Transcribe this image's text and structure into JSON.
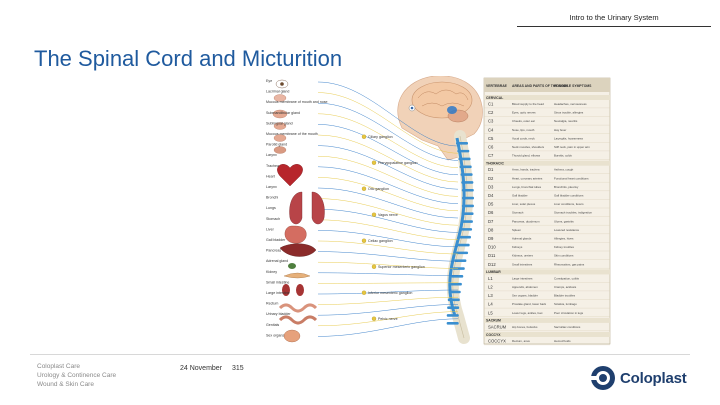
{
  "header": {
    "section_tag": "Intro to the Urinary System"
  },
  "slide": {
    "title": "The Spinal Cord and Micturition"
  },
  "figure": {
    "organ_labels": [
      "Eye",
      "Lacrimal gland",
      "Mucous membrane of mouth and nose",
      "Submandibular gland",
      "Sublingual gland",
      "Mucous membrane of the mouth",
      "Parotid gland",
      "Larynx",
      "Trachea",
      "Heart",
      "Larynx",
      "Bronchi",
      "Lungs",
      "Stomach",
      "Liver",
      "Gall bladder",
      "Pancreas",
      "Adrenal gland",
      "Kidney",
      "Small intestine",
      "Large intestine",
      "Rectum",
      "Urinary bladder",
      "Genitals",
      "Sex organs"
    ],
    "ganglion_labels": [
      "Ciliary ganglion",
      "Pterygopalatine ganglion",
      "Otic ganglion",
      "Vagus nerve",
      "Celiac ganglion",
      "Superior mesenteric ganglion",
      "Inferior mesenteric ganglion",
      "Pelvic nerve"
    ],
    "table": {
      "headers": [
        "VERTEBRAE",
        "AREAS AND PARTS OF THE BODY",
        "POSSIBLE SYMPTOMS"
      ],
      "sections": [
        "CERVICAL",
        "THORACIC",
        "LUMBAR",
        "SACRUM",
        "COCCYX"
      ],
      "rows": [
        {
          "seg": "C1",
          "area": "Blood supply to the head",
          "symptom": "Headaches, nervousness"
        },
        {
          "seg": "C2",
          "area": "Eyes, optic nerves",
          "symptom": "Sinus trouble, allergies"
        },
        {
          "seg": "C3",
          "area": "Cheeks, outer ear",
          "symptom": "Neuralgia, neuritis"
        },
        {
          "seg": "C4",
          "area": "Nose, lips, mouth",
          "symptom": "Hay fever"
        },
        {
          "seg": "C5",
          "area": "Vocal cords, neck",
          "symptom": "Laryngitis, hoarseness"
        },
        {
          "seg": "C6",
          "area": "Neck muscles, shoulders",
          "symptom": "Stiff neck, pain in upper arm"
        },
        {
          "seg": "C7",
          "area": "Thyroid gland, elbows",
          "symptom": "Bursitis, colds"
        },
        {
          "seg": "D1",
          "area": "Arms, hands, trachea",
          "symptom": "Asthma, cough"
        },
        {
          "seg": "D2",
          "area": "Heart, coronary arteries",
          "symptom": "Functional heart conditions"
        },
        {
          "seg": "D3",
          "area": "Lungs, bronchial tubes",
          "symptom": "Bronchitis, pleurisy"
        },
        {
          "seg": "D4",
          "area": "Gall bladder",
          "symptom": "Gall bladder conditions"
        },
        {
          "seg": "D5",
          "area": "Liver, solar plexus",
          "symptom": "Liver conditions, fevers"
        },
        {
          "seg": "D6",
          "area": "Stomach",
          "symptom": "Stomach troubles, indigestion"
        },
        {
          "seg": "D7",
          "area": "Pancreas, duodenum",
          "symptom": "Ulcers, gastritis"
        },
        {
          "seg": "D8",
          "area": "Spleen",
          "symptom": "Lowered resistance"
        },
        {
          "seg": "D9",
          "area": "Adrenal glands",
          "symptom": "Allergies, hives"
        },
        {
          "seg": "D10",
          "area": "Kidneys",
          "symptom": "Kidney troubles"
        },
        {
          "seg": "D11",
          "area": "Kidneys, ureters",
          "symptom": "Skin conditions"
        },
        {
          "seg": "D12",
          "area": "Small intestines",
          "symptom": "Rheumatism, gas pains"
        },
        {
          "seg": "L1",
          "area": "Large intestines",
          "symptom": "Constipation, colitis"
        },
        {
          "seg": "L2",
          "area": "Appendix, abdomen",
          "symptom": "Cramps, acidosis"
        },
        {
          "seg": "L3",
          "area": "Sex organs, bladder",
          "symptom": "Bladder troubles"
        },
        {
          "seg": "L4",
          "area": "Prostate gland, lower back",
          "symptom": "Sciatica, lumbago"
        },
        {
          "seg": "L5",
          "area": "Lower legs, ankles, feet",
          "symptom": "Poor circulation in legs"
        },
        {
          "seg": "SACRUM",
          "area": "Hip bones, buttocks",
          "symptom": "Sacroiliac conditions"
        },
        {
          "seg": "COCCYX",
          "area": "Rectum, anus",
          "symptom": "Hemorrhoids"
        }
      ]
    }
  },
  "footer": {
    "brand_lines": [
      "Coloplast Care",
      "Urology & Continence Care",
      "Wound & Skin Care"
    ],
    "date": "24 November",
    "page": "315",
    "logo_text": "Coloplast"
  },
  "colors": {
    "title": "#1f5a9e",
    "spine_bone": "#e8e2cf",
    "disc": "#3a8fd0",
    "nerve_yellow": "#e6c640",
    "table_bg": "#f5f0e6",
    "table_header": "#dcd3be",
    "logo": "#1f3f6e"
  }
}
